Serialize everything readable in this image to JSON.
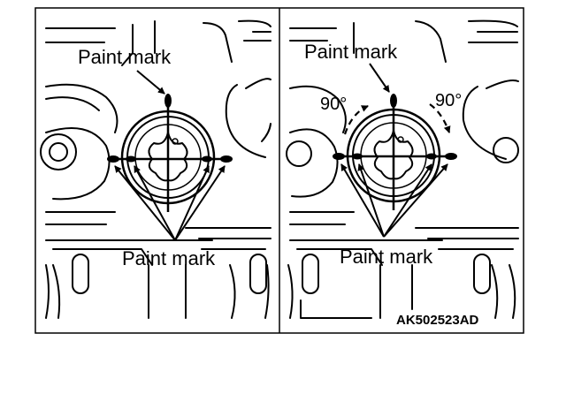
{
  "diagram": {
    "left_panel": {
      "label_top": "Paint mark",
      "label_bottom": "Paint mark"
    },
    "right_panel": {
      "label_top": "Paint mark",
      "label_bottom": "Paint mark",
      "angle_left": "90°",
      "angle_right": "90°"
    },
    "figure_code": "AK502523AD"
  },
  "colors": {
    "ink": "#000000",
    "paper": "#ffffff"
  }
}
